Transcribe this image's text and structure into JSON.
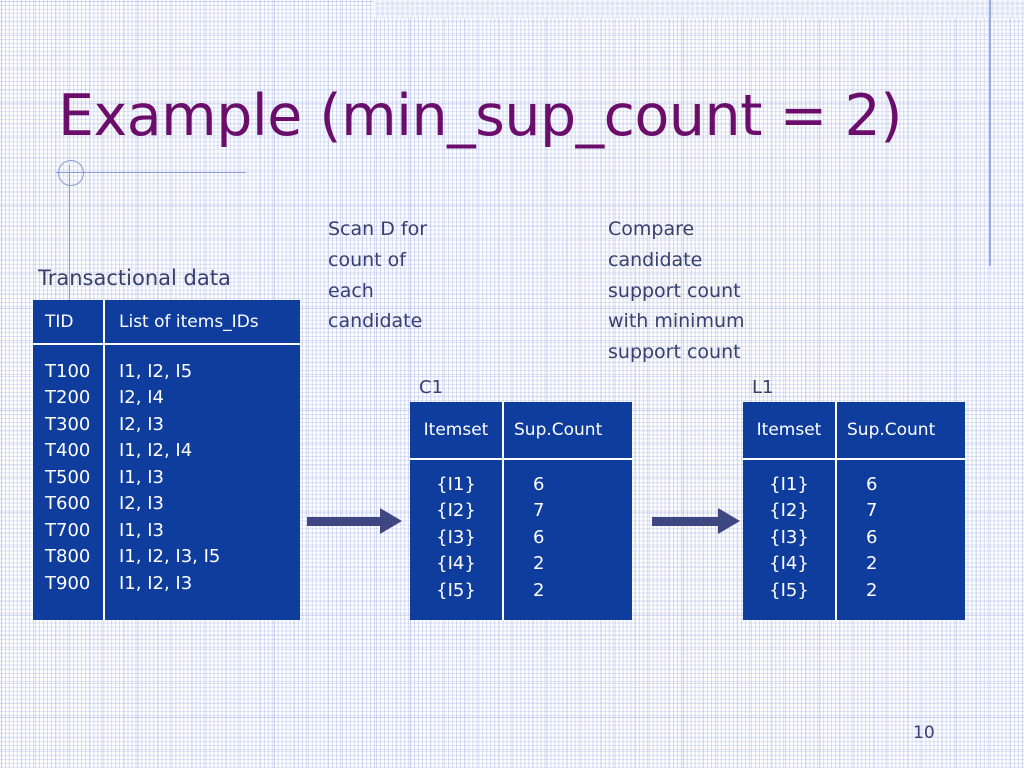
{
  "slide": {
    "title": "Example (min_sup_count = 2)",
    "page_number": "10",
    "accent_color": "#6b0d6b",
    "table_color": "#0f3d9e",
    "text_color": "#37406f",
    "arrow_color": "#3f4782",
    "band_color": "#dbe3f7"
  },
  "transactional": {
    "caption": "Transactional data",
    "headers": [
      "TID",
      "List of items_IDs"
    ],
    "tids": "T100\nT200\nT300\nT400\nT500\nT600\nT700\nT800\nT900",
    "items": "I1, I2, I5\nI2, I4\nI2, I3\nI1, I2, I4\nI1, I3\nI2, I3\nI1, I3\nI1, I2, I3, I5\nI1, I2, I3",
    "rows": [
      {
        "tid": "T100",
        "items": "I1, I2, I5"
      },
      {
        "tid": "T200",
        "items": "I2, I4"
      },
      {
        "tid": "T300",
        "items": "I2, I3"
      },
      {
        "tid": "T400",
        "items": "I1, I2, I4"
      },
      {
        "tid": "T500",
        "items": "I1, I3"
      },
      {
        "tid": "T600",
        "items": "I2, I3"
      },
      {
        "tid": "T700",
        "items": "I1, I3"
      },
      {
        "tid": "T800",
        "items": "I1, I2, I3, I5"
      },
      {
        "tid": "T900",
        "items": "I1, I2, I3"
      }
    ]
  },
  "step1": {
    "note": "Scan D for\ncount of\neach\ncandidate",
    "table_label": "C1",
    "headers": [
      "Itemset",
      "Sup.Count"
    ],
    "itemsets": "{I1}\n{I2}\n{I3}\n{I4}\n{I5}",
    "counts": "6\n7\n6\n2\n2",
    "rows": [
      {
        "itemset": "{I1}",
        "count": "6"
      },
      {
        "itemset": "{I2}",
        "count": "7"
      },
      {
        "itemset": "{I3}",
        "count": "6"
      },
      {
        "itemset": "{I4}",
        "count": "2"
      },
      {
        "itemset": "{I5}",
        "count": "2"
      }
    ]
  },
  "step2": {
    "note": "Compare\ncandidate\nsupport count\nwith minimum\nsupport count",
    "table_label": "L1",
    "headers": [
      "Itemset",
      "Sup.Count"
    ],
    "itemsets": "{I1}\n{I2}\n{I3}\n{I4}\n{I5}",
    "counts": "6\n7\n6\n2\n2",
    "rows": [
      {
        "itemset": "{I1}",
        "count": "6"
      },
      {
        "itemset": "{I2}",
        "count": "7"
      },
      {
        "itemset": "{I3}",
        "count": "6"
      },
      {
        "itemset": "{I4}",
        "count": "2"
      },
      {
        "itemset": "{I5}",
        "count": "2"
      }
    ]
  },
  "arrows": [
    {
      "name": "arrow-scan-d"
    },
    {
      "name": "arrow-compare"
    }
  ]
}
